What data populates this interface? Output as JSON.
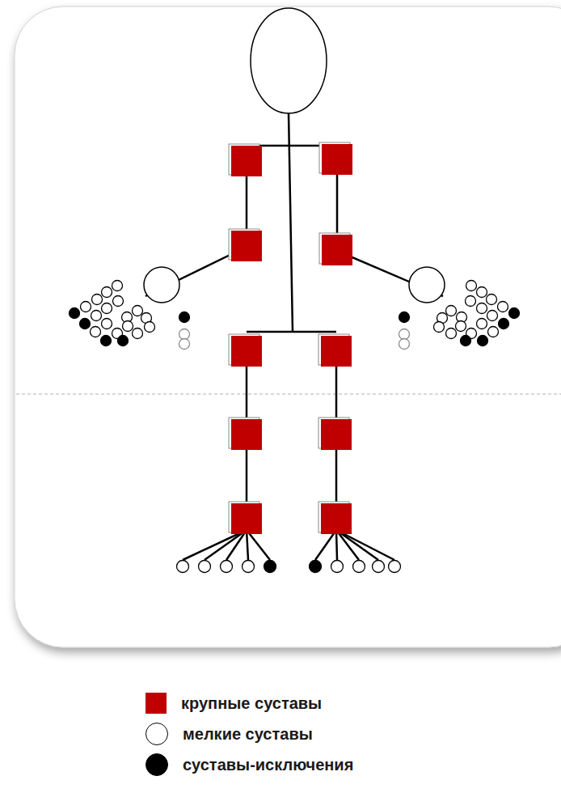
{
  "diagram": {
    "legend": [
      {
        "text": "крупные суставы",
        "color": "#c00000"
      },
      {
        "text": "мелкие суставы",
        "color": "#ffffff"
      },
      {
        "text": "суставы-исключения",
        "color": "#000000"
      }
    ]
  }
}
